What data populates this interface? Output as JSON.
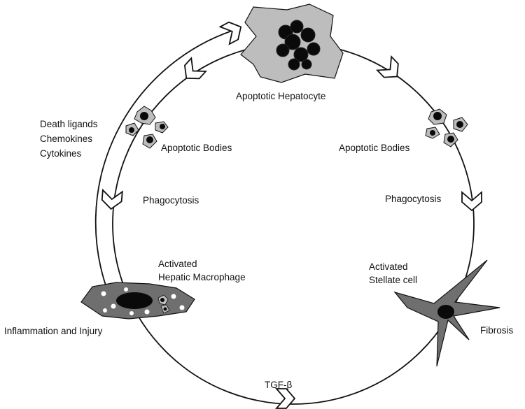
{
  "labels": {
    "apoptotic_hepatocyte": "Apoptotic Hepatocyte",
    "apoptotic_bodies_left": "Apoptotic Bodies",
    "apoptotic_bodies_right": "Apoptotic Bodies",
    "phagocytosis_left": "Phagocytosis",
    "phagocytosis_right": "Phagocytosis",
    "signals": [
      "Death ligands",
      "Chemokines",
      "Cytokines"
    ],
    "macrophage": [
      "Activated",
      "Hepatic Macrophage"
    ],
    "stellate": [
      "Activated",
      "Stellate cell"
    ],
    "inflammation": "Inflammation and Injury",
    "fibrosis": "Fibrosis",
    "tgf_beta": "TGF-β"
  },
  "colors": {
    "line": "#111111",
    "cell_light": "#bdbdbd",
    "cell_dark": "#6f6f6f",
    "nucleus": "#0a0a0a",
    "arrow_fill": "#ffffff"
  },
  "icons": [
    "chevron-arrow-icon",
    "apoptotic-hepatocyte-icon",
    "apoptotic-bodies-icon",
    "macrophage-icon",
    "stellate-cell-icon"
  ]
}
